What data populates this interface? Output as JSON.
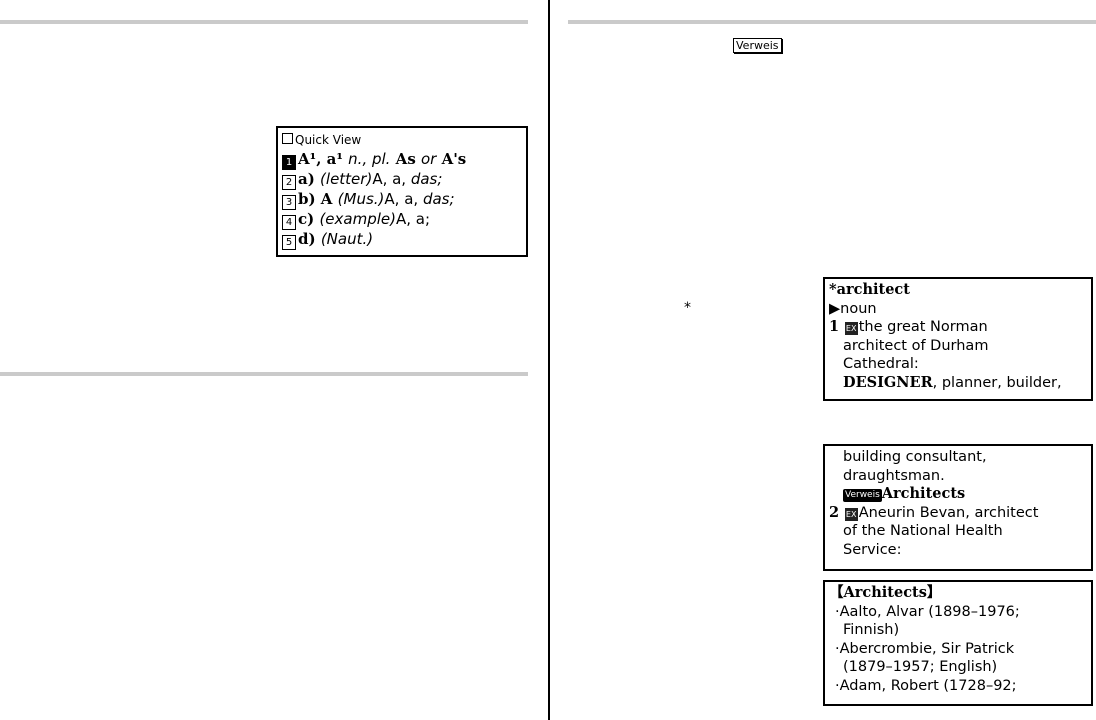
{
  "quick_view": {
    "title": "Quick View",
    "lines": [
      {
        "n": "1",
        "parts": [
          [
            "b",
            "A¹, a¹ "
          ],
          [
            "i",
            "n., pl."
          ],
          [
            "b",
            " As "
          ],
          [
            "i",
            "or"
          ],
          [
            "b",
            " A's"
          ]
        ]
      },
      {
        "n": "2",
        "parts": [
          [
            "b",
            "a) "
          ],
          [
            "i",
            "(letter)"
          ],
          [
            "",
            "A, a, "
          ],
          [
            "i",
            "das;"
          ]
        ]
      },
      {
        "n": "3",
        "parts": [
          [
            "b",
            "b) A "
          ],
          [
            "i",
            "(Mus.)"
          ],
          [
            "",
            "A, a, "
          ],
          [
            "i",
            "das;"
          ]
        ]
      },
      {
        "n": "4",
        "parts": [
          [
            "b",
            "c) "
          ],
          [
            "i",
            "(example)"
          ],
          [
            "",
            "A, a;"
          ]
        ]
      },
      {
        "n": "5",
        "parts": [
          [
            "b",
            "d) "
          ],
          [
            "i",
            "(Naut.)"
          ]
        ]
      }
    ]
  },
  "verweis_label": "Verweis",
  "asterisk": "*",
  "entry1": {
    "headword": "*architect",
    "pos": "noun",
    "sense_num": "1",
    "ex_label": "EX",
    "example": "the great Norman",
    "line2": "architect of Durham",
    "line3": "Cathedral:",
    "syn_bold": "DESIGNER",
    "syn_rest": ", planner, builder,"
  },
  "entry2": {
    "line1": "building consultant,",
    "line2": "draughtsman.",
    "verweis": "Verweis",
    "link": "Architects",
    "sense_num": "2",
    "ex_label": "EX",
    "example": "Aneurin Bevan, architect",
    "line5": "of the National Health",
    "line6": "Service:"
  },
  "entry3": {
    "heading": "【Architects】",
    "items": [
      "·Aalto, Alvar (1898–1976;",
      "Finnish)",
      "·Abercrombie, Sir Patrick",
      "(1879–1957; English)",
      "·Adam, Robert (1728–92;"
    ]
  }
}
